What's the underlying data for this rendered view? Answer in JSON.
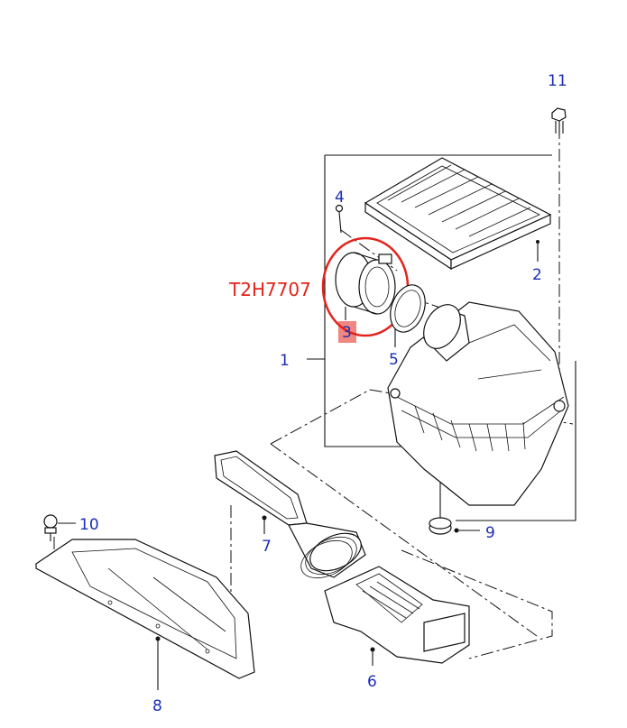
{
  "part_code": "T2H7707",
  "highlight_color": "#e2231a",
  "callout_color": "#1a2fb5",
  "callouts": {
    "c1": "1",
    "c2": "2",
    "c3": "3",
    "c4": "4",
    "c5": "5",
    "c6": "6",
    "c7": "7",
    "c8": "8",
    "c9": "9",
    "c10": "10",
    "c11": "11"
  }
}
